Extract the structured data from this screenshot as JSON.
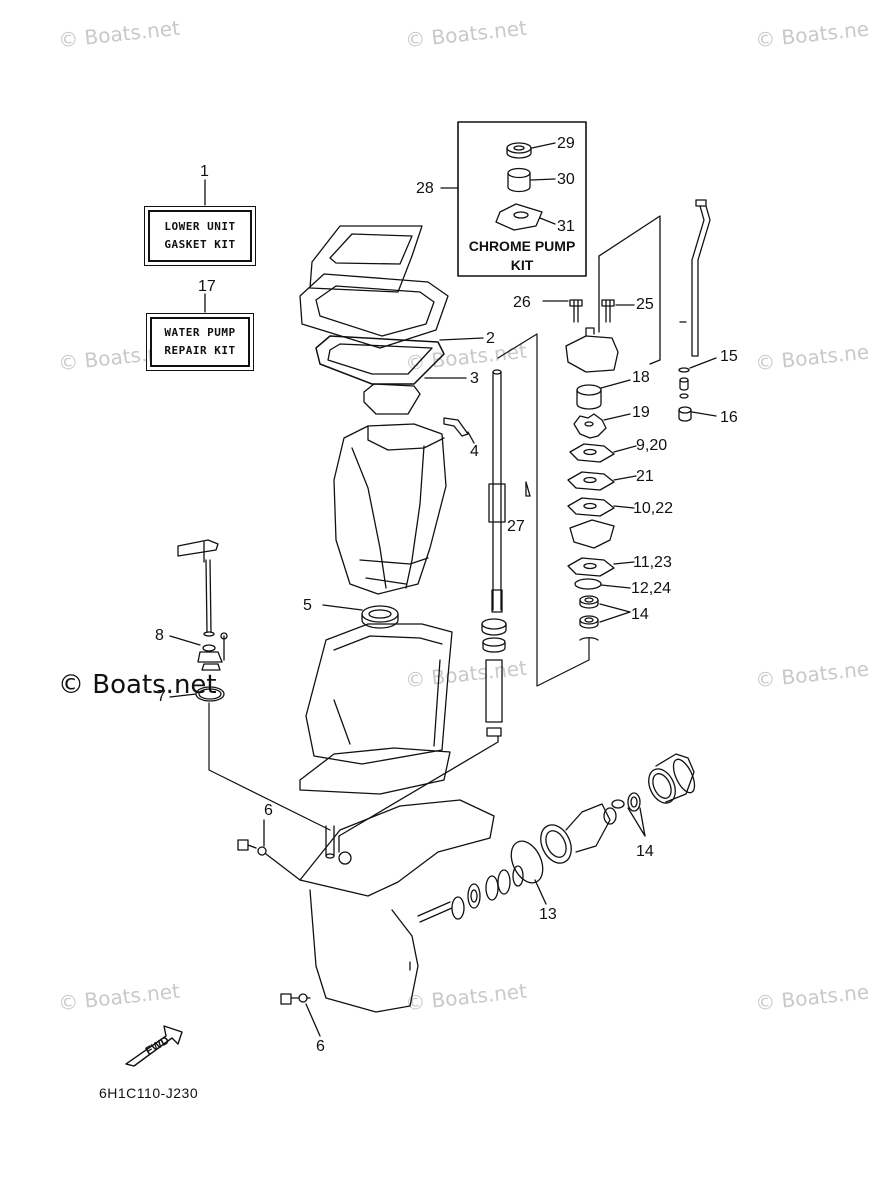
{
  "watermark": "© Boats.net",
  "kits": {
    "lower_unit_gasket": {
      "line1": "LOWER UNIT",
      "line2": "GASKET KIT"
    },
    "water_pump_repair": {
      "line1": "WATER PUMP",
      "line2": "REPAIR KIT"
    },
    "chrome_pump": {
      "line1": "CHROME PUMP",
      "line2": "KIT"
    }
  },
  "callouts": {
    "c1": "1",
    "c2": "2",
    "c3": "3",
    "c4": "4",
    "c5": "5",
    "c6a": "6",
    "c6b": "6",
    "c7": "7",
    "c8": "8",
    "c9_20": "9,20",
    "c10_22": "10,22",
    "c11_23": "11,23",
    "c12_24": "12,24",
    "c13": "13",
    "c14a": "14",
    "c14b": "14",
    "c15": "15",
    "c16": "16",
    "c17": "17",
    "c18": "18",
    "c19": "19",
    "c21": "21",
    "c25": "25",
    "c26": "26",
    "c27": "27",
    "c28": "28",
    "c29": "29",
    "c30": "30",
    "c31": "31"
  },
  "fwd_label": "FWD",
  "diagram_code": "6H1C110-J230"
}
